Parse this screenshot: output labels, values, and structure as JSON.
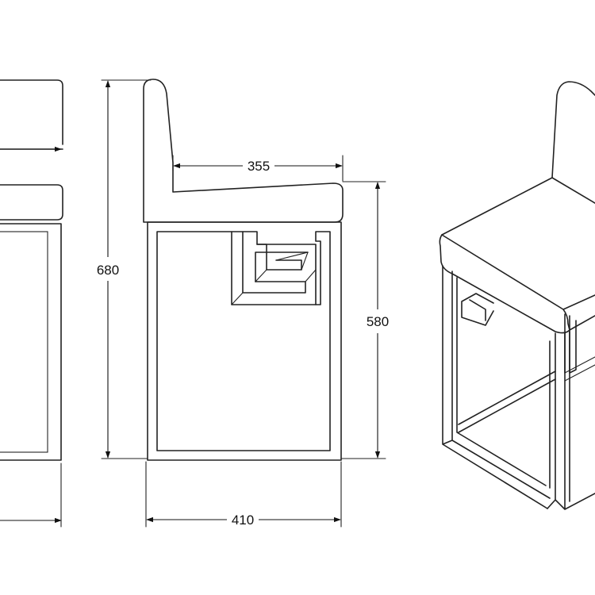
{
  "dimensions": {
    "seat_depth": "355",
    "overall_height": "680",
    "seat_height": "580",
    "width": "410"
  },
  "views": [
    "front-view",
    "side-view",
    "isometric-view"
  ]
}
